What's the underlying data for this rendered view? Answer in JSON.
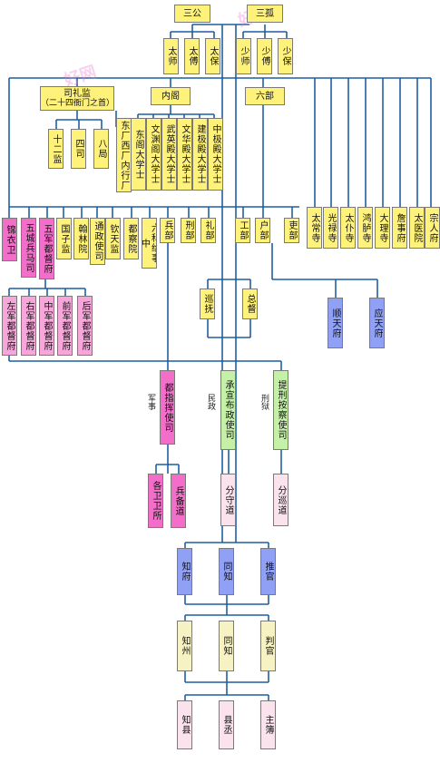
{
  "colors": {
    "ministry": "#fff27a",
    "military": "#f26ec9",
    "military_light": "#f7a6da",
    "prefecture": "#8fa0f5",
    "provincial": "#c4f0a8",
    "local": "#f7f2c4",
    "county": "#fbe3ee",
    "connector": "#1f5fa0"
  },
  "watermark": "好网",
  "nodes": {
    "sangong": "三公",
    "sangu": "三孤",
    "taishi": "太师",
    "taifu": "太傅",
    "taibao": "太保",
    "shaoshi": "少师",
    "shaofu": "少傅",
    "shaobao": "少保",
    "silijian_title": "司礼监",
    "silijian_sub": "（二十四衙门之首）",
    "neige": "内阁",
    "liubu": "六部",
    "shierjian": "十二监",
    "sisi": "四司",
    "bajv": "八局",
    "changchang": "东厂西厂内行厂",
    "dongge": "东阁大学士",
    "wenyuange": "文渊阁大学士",
    "wuyingdian": "武英殿大学士",
    "wenhuadian": "文华殿大学士",
    "jianjidian": "建极殿大学士",
    "zhongjidian": "中极殿大学士",
    "taichangsi": "太常寺",
    "guanglusi": "光禄寺",
    "taipusi": "太仆寺",
    "honglusi": "鸿胪寺",
    "dalisi": "大理寺",
    "zhanshifu": "詹事府",
    "taiyiyuan": "太医院",
    "zongrenfu": "宗人府",
    "jinyiwei": "锦衣卫",
    "wuchengbingmasi": "五城兵马司",
    "wujunduduфу": "五军都督府",
    "guozijian": "国子监",
    "hanlinyuan": "翰林院",
    "tongzhengshisi": "通政使司",
    "qintianjian": "钦天监",
    "duchayuan": "都察院",
    "liukejishizhong": "六科给事中",
    "bingbu": "兵部",
    "xingbu": "刑部",
    "libu_rites": "礼部",
    "gongbu": "工部",
    "hubu": "户部",
    "libu_personnel": "吏部",
    "zuojun": "左军都督府",
    "youjun": "右军都督府",
    "zhongjun": "中军都督府",
    "qianjun": "前军都督府",
    "houjun": "后军都督府",
    "xunfu": "巡抚",
    "zongdu": "总督",
    "shuntianfu": "顺天府",
    "yingtianfu": "应天府",
    "duzhihuishisi": "都指挥使司",
    "chengxuanbuzhengshisi": "承宣布政使司",
    "tixingancha": "提刑按察使司",
    "label_junshi": "军事",
    "label_minzheng": "民政",
    "label_xingyu": "刑狱",
    "weisuo": "各卫卫所",
    "bingbeidao": "兵备道",
    "fenshoudao": "分守道",
    "fenxundao": "分巡道",
    "zhifu": "知府",
    "tongzhi_fu": "同知",
    "tuiguan": "推官",
    "zhizhou": "知州",
    "tongzhi_zhou": "同知",
    "panguan": "判官",
    "zhixian": "知县",
    "xiancheng": "县丞",
    "zhubu": "主簿"
  }
}
